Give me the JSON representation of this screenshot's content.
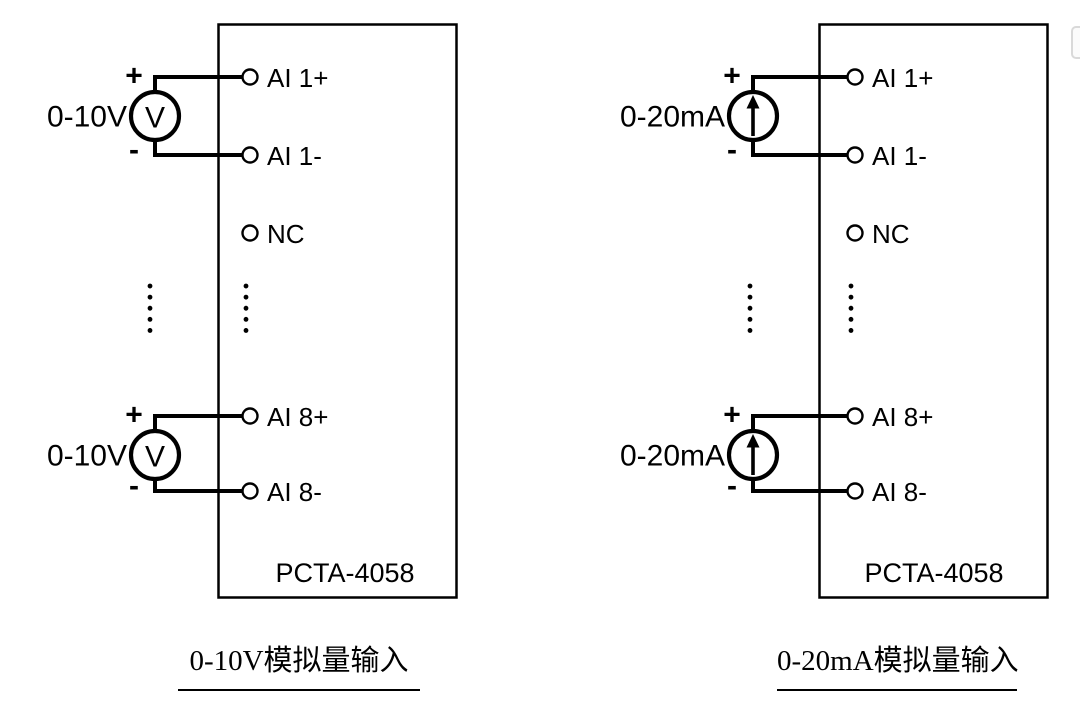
{
  "colors": {
    "diagram_line": "#000000",
    "background": "#ffffff",
    "corner_widget_border": "#d9d9d9"
  },
  "diagrams": [
    {
      "source_type": "voltage-source",
      "source_label": "0-10V",
      "source_symbol": "V",
      "plus": "+",
      "minus": "-",
      "terminals": [
        "AI 1+",
        "AI 1-",
        "NC",
        "AI 8+",
        "AI 8-"
      ],
      "module_label": "PCTA-4058",
      "caption": "0-10V模拟量输入"
    },
    {
      "source_type": "current-source",
      "source_label": "0-20mA",
      "source_symbol": "up-arrow",
      "plus": "+",
      "minus": "-",
      "terminals": [
        "AI 1+",
        "AI 1-",
        "NC",
        "AI 8+",
        "AI 8-"
      ],
      "module_label": "PCTA-4058",
      "caption": "0-20mA模拟量输入"
    }
  ]
}
